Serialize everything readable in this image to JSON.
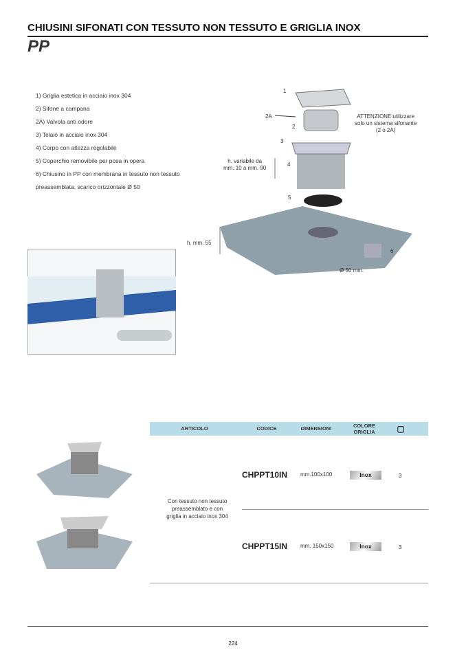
{
  "header": {
    "title": "CHIUSINI SIFONATI CON TESSUTO NON TESSUTO E GRIGLIA INOX",
    "material": "PP"
  },
  "features": [
    "1) Griglia estetica in acciaio inox 304",
    "2) Sifone a campana",
    "2A) Valvola anti odore",
    "3) Telaio in acciaio inox 304",
    "4) Corpo con altezza regolabile",
    "5) Coperchio removibile per posa in opera",
    "6) Chiusino in PP con membrana in tessuto non tessuto",
    "preassemblata, scarico orizzontale Ø 50"
  ],
  "diagram": {
    "n1": "1",
    "n2a": "2A",
    "n2": "2",
    "attention": [
      "ATTENZIONE:utilizzare",
      "solo un sistema sifonante",
      "(2 o 2A)"
    ],
    "n3": "3",
    "n4": "4",
    "height_var": [
      "h. variabile da",
      "mm. 10 a mm. 90"
    ],
    "n5": "5",
    "h55": "h. mm. 55",
    "n6": "6",
    "diam": "Ø 50 mm."
  },
  "table": {
    "headers": {
      "articolo": "ARTICOLO",
      "codice": "CODICE",
      "dimensioni": "DIMENSIONI",
      "colore1": "COLORE",
      "colore2": "GRIGLIA"
    },
    "description": [
      "Con tessuto non tessuto",
      "preassemblato e con",
      "griglia in acciaio inox 304"
    ],
    "rows": [
      {
        "code": "CHPPT10IN",
        "dim": "mm.100x100",
        "color": "Inox",
        "qty": "3"
      },
      {
        "code": "CHPPT15IN",
        "dim": "mm. 150x150",
        "color": "Inox",
        "qty": "3"
      }
    ]
  },
  "footer": {
    "page": "224"
  }
}
